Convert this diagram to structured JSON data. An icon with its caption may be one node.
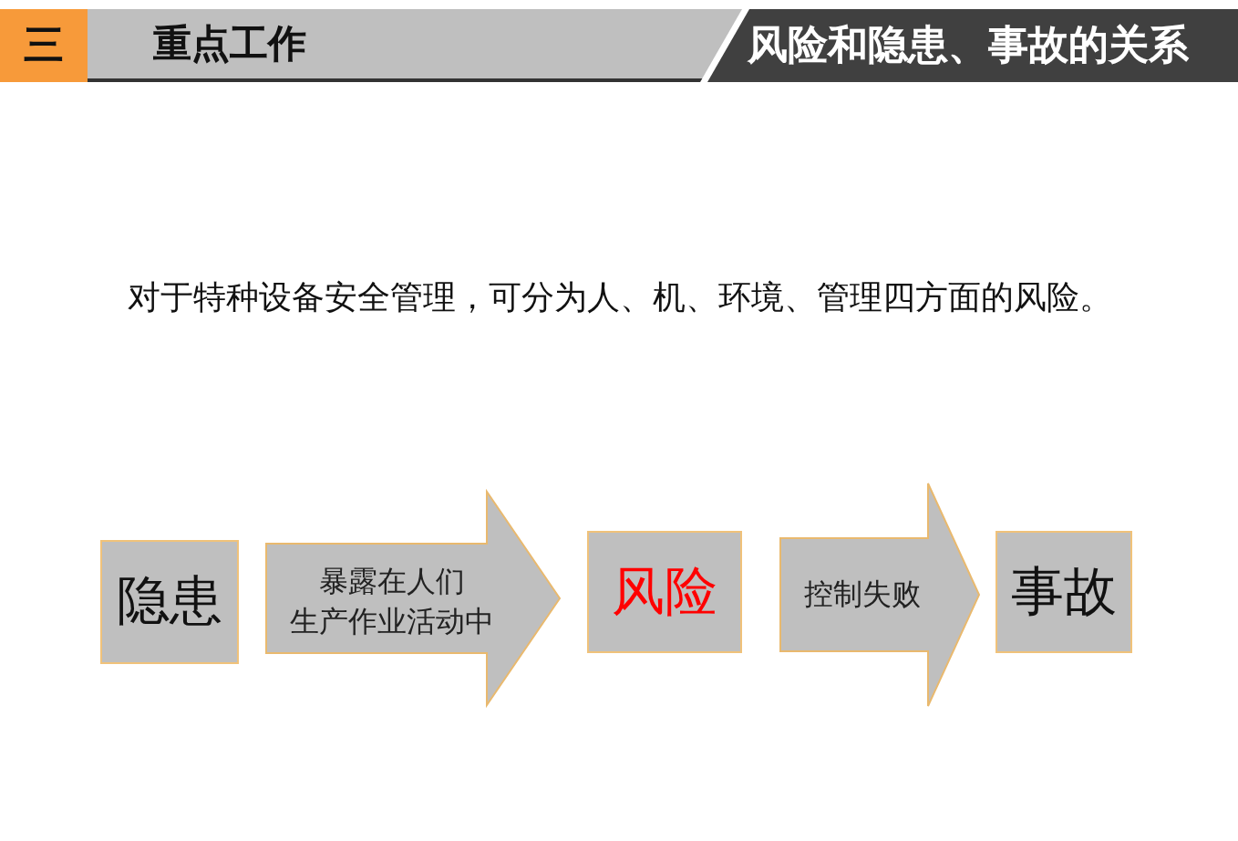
{
  "diagram": {
    "title": "风险和隐患、事故的关系",
    "nodes": [
      {
        "text": [
          "三"
        ]
      },
      {
        "text": [
          "重点工作"
        ]
      },
      {
        "text": [
          "隐患"
        ]
      },
      {
        "text": [
          "风险"
        ]
      },
      {
        "text": [
          "事故"
        ]
      }
    ],
    "edges": [
      {
        "from": 2,
        "to": 3,
        "arrow": "to",
        "label": "暴露在人们生产作业活动中"
      },
      {
        "from": 3,
        "to": 4,
        "arrow": "to",
        "label": "控制失败"
      }
    ],
    "labels": [
      "对于特种设备安全管理，可分为人、机、环境、管理四方面的风险。"
    ]
  }
}
